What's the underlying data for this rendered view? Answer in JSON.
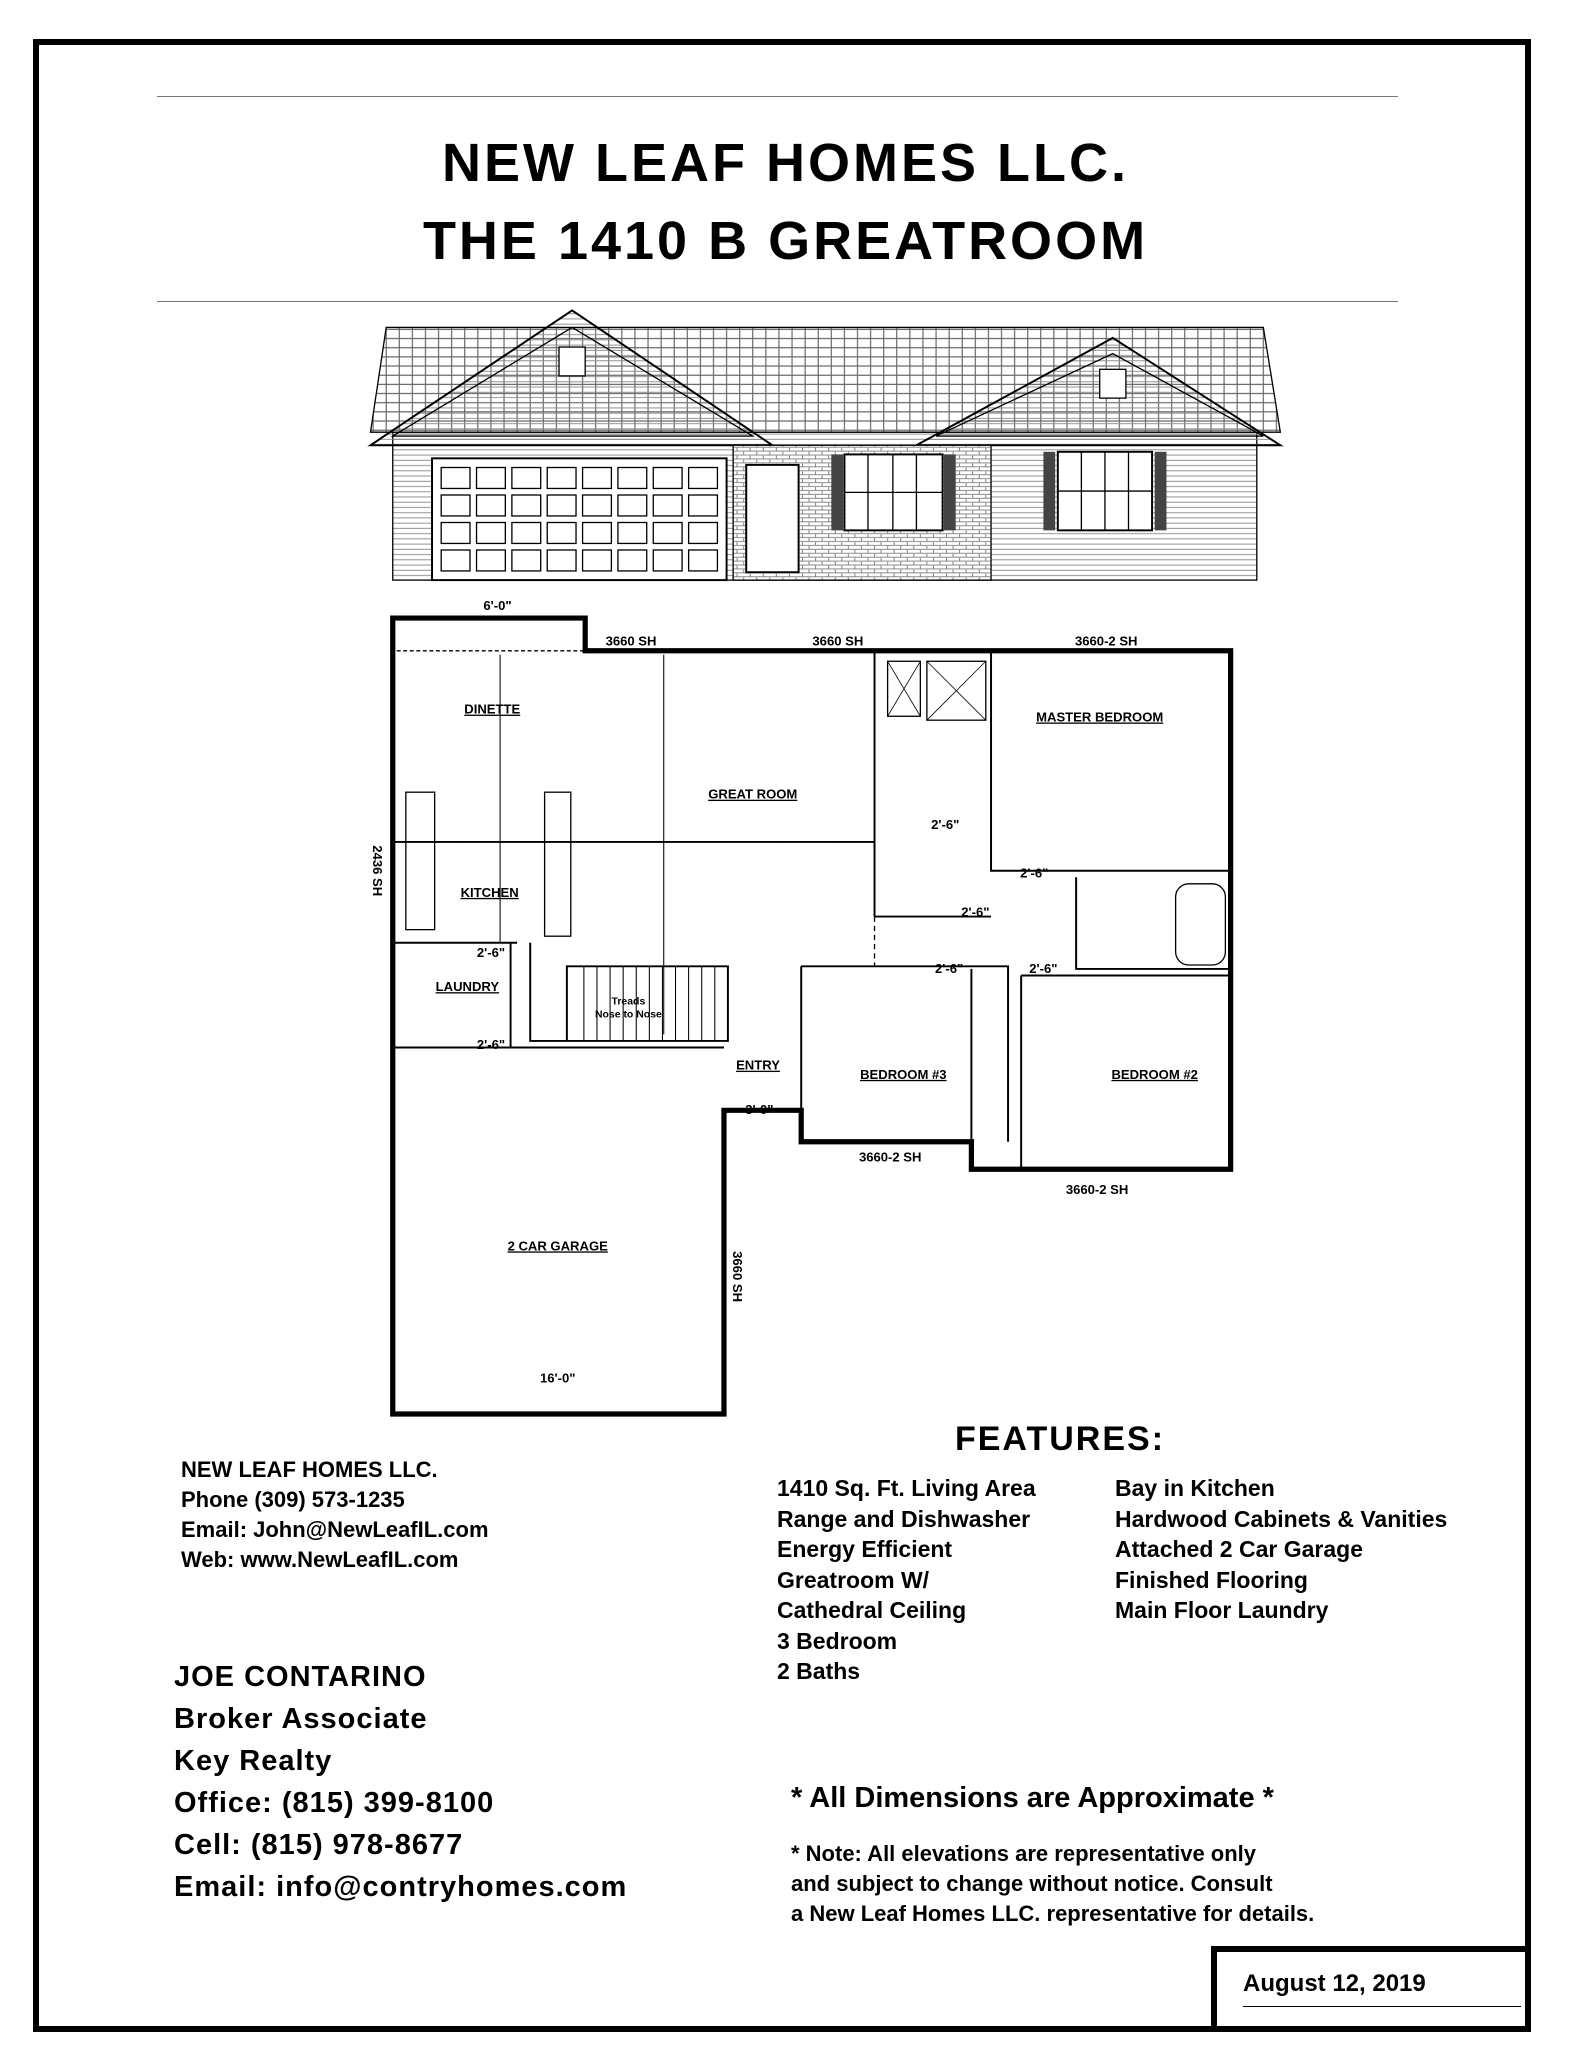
{
  "header": {
    "title_line1": "NEW LEAF HOMES LLC.",
    "title_line2": "THE 1410 B GREATROOM"
  },
  "floor_plan": {
    "dims": {
      "dinette_window": "6'-0\"",
      "window_top_1": "3660 SH",
      "window_top_2": "3660 SH",
      "window_master": "3660-2 SH",
      "window_bed3": "3660-2 SH",
      "window_bed2": "3660-2 SH",
      "window_kitchen": "2436 SH",
      "window_garage": "3660 SH",
      "garage_door": "16'-0\"",
      "entry_door": "3'-0\"",
      "door_standard": "2'-6\""
    },
    "rooms": {
      "dinette": "DINETTE",
      "great_room": "GREAT ROOM",
      "master_bedroom": "MASTER BEDROOM",
      "kitchen": "KITCHEN",
      "laundry": "LAUNDRY",
      "treads_1": "Treads",
      "treads_2": "Nose to Nose",
      "entry": "ENTRY",
      "bedroom3": "BEDROOM #3",
      "bedroom2": "BEDROOM #2",
      "garage": "2 CAR GARAGE"
    }
  },
  "contact": {
    "company": "NEW LEAF HOMES LLC.",
    "phone": "Phone (309) 573-1235",
    "email": "Email: John@NewLeafIL.com",
    "web": "Web: www.NewLeafIL.com"
  },
  "agent": {
    "name": "JOE CONTARINO",
    "role": "Broker Associate",
    "company": "Key Realty",
    "office": "Office: (815) 399-8100",
    "cell": "Cell: (815) 978-8677",
    "email": "Email: info@contryhomes.com"
  },
  "features": {
    "title": "FEATURES:",
    "col1": [
      "1410 Sq. Ft. Living Area",
      "Range and Dishwasher",
      "Energy Efficient",
      "Greatroom W/",
      "Cathedral Ceiling",
      "3 Bedroom",
      "2 Baths"
    ],
    "col2": [
      "Bay in Kitchen",
      "Hardwood Cabinets & Vanities",
      "Attached 2 Car Garage",
      "Finished Flooring",
      "Main Floor Laundry"
    ]
  },
  "disclaimer": {
    "approx": "* All Dimensions are Approximate *",
    "note_line1": "* Note: All elevations are representative only",
    "note_line2": "and subject to change without notice. Consult",
    "note_line3": "a New Leaf Homes LLC. representative for details."
  },
  "date": "August 12, 2019"
}
